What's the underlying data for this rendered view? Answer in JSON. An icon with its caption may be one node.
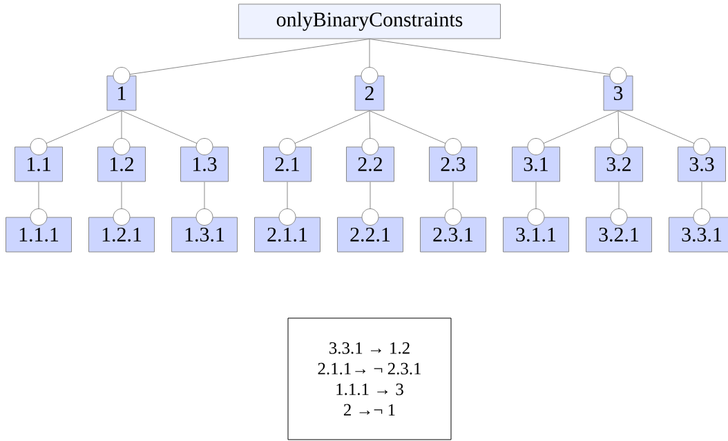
{
  "diagram": {
    "nodes": [
      {
        "text": [
          "onlyBinaryConstraints"
        ]
      },
      {
        "text": [
          "1"
        ]
      },
      {
        "text": [
          "2"
        ]
      },
      {
        "text": [
          "3"
        ]
      },
      {
        "text": [
          "1.1"
        ]
      },
      {
        "text": [
          "1.2"
        ]
      },
      {
        "text": [
          "1.3"
        ]
      },
      {
        "text": [
          "2.1"
        ]
      },
      {
        "text": [
          "2.2"
        ]
      },
      {
        "text": [
          "2.3"
        ]
      },
      {
        "text": [
          "3.1"
        ]
      },
      {
        "text": [
          "3.2"
        ]
      },
      {
        "text": [
          "3.3"
        ]
      },
      {
        "text": [
          "1.1.1"
        ]
      },
      {
        "text": [
          "1.2.1"
        ]
      },
      {
        "text": [
          "1.3.1"
        ]
      },
      {
        "text": [
          "2.1.1"
        ]
      },
      {
        "text": [
          "2.2.1"
        ]
      },
      {
        "text": [
          "2.3.1"
        ]
      },
      {
        "text": [
          "3.1.1"
        ]
      },
      {
        "text": [
          "3.2.1"
        ]
      },
      {
        "text": [
          "3.3.1"
        ]
      },
      {
        "text": [
          "3.3.1 → 1.2",
          "2.1.1→ ¬ 2.3.1",
          "1.1.1 → 3",
          "2 →¬ 1"
        ]
      }
    ],
    "edges": [
      {
        "from": 0,
        "to": 1,
        "arrow": "other"
      },
      {
        "from": 0,
        "to": 2,
        "arrow": "other"
      },
      {
        "from": 0,
        "to": 3,
        "arrow": "other"
      },
      {
        "from": 1,
        "to": 4,
        "arrow": "other"
      },
      {
        "from": 1,
        "to": 5,
        "arrow": "other"
      },
      {
        "from": 1,
        "to": 6,
        "arrow": "other"
      },
      {
        "from": 2,
        "to": 7,
        "arrow": "other"
      },
      {
        "from": 2,
        "to": 8,
        "arrow": "other"
      },
      {
        "from": 2,
        "to": 9,
        "arrow": "other"
      },
      {
        "from": 3,
        "to": 10,
        "arrow": "other"
      },
      {
        "from": 3,
        "to": 11,
        "arrow": "other"
      },
      {
        "from": 3,
        "to": 12,
        "arrow": "other"
      },
      {
        "from": 4,
        "to": 13,
        "arrow": "other"
      },
      {
        "from": 5,
        "to": 14,
        "arrow": "other"
      },
      {
        "from": 6,
        "to": 15,
        "arrow": "other"
      },
      {
        "from": 7,
        "to": 16,
        "arrow": "other"
      },
      {
        "from": 8,
        "to": 17,
        "arrow": "other"
      },
      {
        "from": 9,
        "to": 18,
        "arrow": "other"
      },
      {
        "from": 10,
        "to": 19,
        "arrow": "other"
      },
      {
        "from": 11,
        "to": 20,
        "arrow": "other"
      },
      {
        "from": 12,
        "to": 21,
        "arrow": "other"
      }
    ]
  }
}
